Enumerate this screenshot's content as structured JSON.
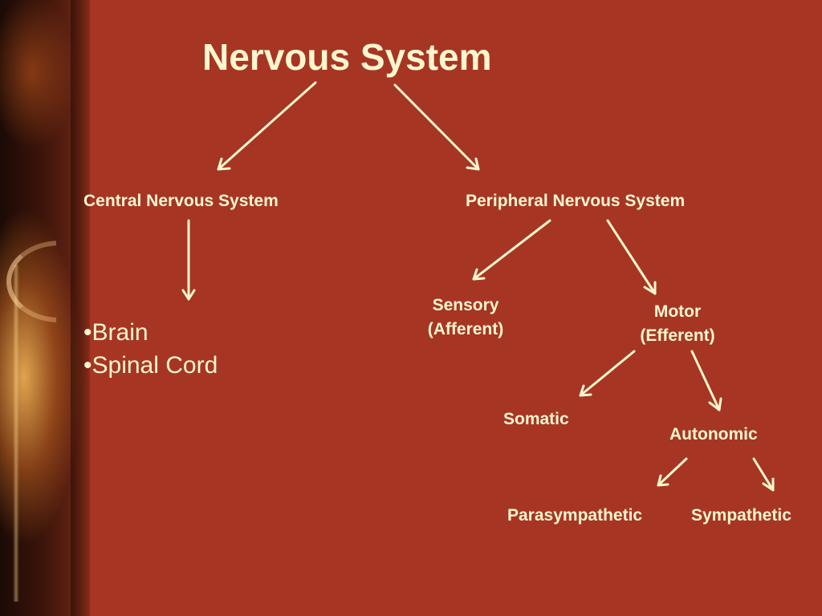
{
  "title": "Nervous System",
  "central": {
    "label": "Central Nervous System",
    "items": [
      "•Brain",
      "•Spinal Cord"
    ]
  },
  "peripheral": {
    "label": "Peripheral Nervous System",
    "sensory": {
      "line1": "Sensory",
      "line2": "(Afferent)"
    },
    "motor": {
      "line1": "Motor",
      "line2": "(Efferent)"
    },
    "somatic": "Somatic",
    "autonomic": "Autonomic",
    "parasympathetic": "Parasympathetic",
    "sympathetic": "Sympathetic"
  },
  "colors": {
    "background": "#a63623",
    "text": "#fdf6cf",
    "arrow": "#fdf6cf"
  }
}
